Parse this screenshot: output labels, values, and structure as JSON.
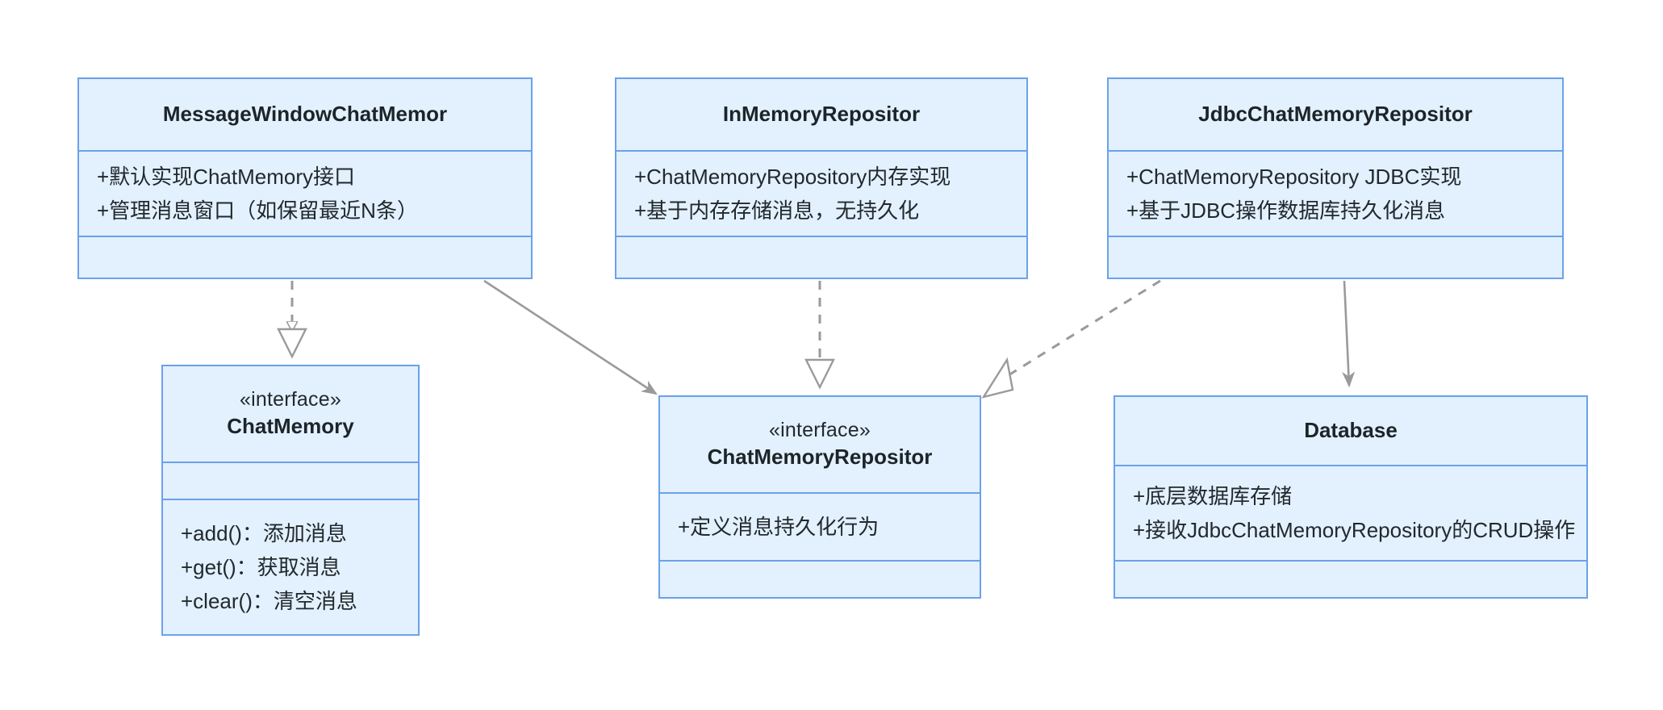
{
  "diagram": {
    "type": "uml-class-diagram",
    "title": "ChatMemory / ChatMemoryRepository UML class diagram",
    "colors": {
      "node_fill": "#e2f1fd",
      "node_border": "#6ba1ea",
      "edge_stroke": "#9a9a9a",
      "text": "#22282e",
      "background": "#ffffff"
    }
  },
  "nodes": {
    "message_window_chat_memory": {
      "name": "MessageWindowChatMemor",
      "stereotype": "",
      "members": [
        "+默认实现ChatMemory接口",
        "+管理消息窗口（如保留最近N条）"
      ],
      "methods": []
    },
    "in_memory_repository": {
      "name": "InMemoryRepositor",
      "stereotype": "",
      "members": [
        "+ChatMemoryRepository内存实现",
        "+基于内存存储消息，无持久化"
      ],
      "methods": []
    },
    "jdbc_chat_memory_repository": {
      "name": "JdbcChatMemoryRepositor",
      "stereotype": "",
      "members": [
        "+ChatMemoryRepository JDBC实现",
        "+基于JDBC操作数据库持久化消息"
      ],
      "methods": []
    },
    "chat_memory": {
      "name": "ChatMemory",
      "stereotype": "«interface»",
      "members": [],
      "methods": [
        "+add()：添加消息",
        "+get()：获取消息",
        "+clear()：清空消息"
      ]
    },
    "chat_memory_repository": {
      "name": "ChatMemoryRepositor",
      "stereotype": "«interface»",
      "members": [
        "+定义消息持久化行为"
      ],
      "methods": []
    },
    "database": {
      "name": "Database",
      "stereotype": "",
      "members": [
        "+底层数据库存储",
        "+接收JdbcChatMemoryRepository的CRUD操作"
      ],
      "methods": []
    }
  },
  "edges": [
    {
      "id": "edge-mwcm-realizes-chatmemory",
      "from": "message_window_chat_memory",
      "to": "chat_memory",
      "style": "dashed",
      "arrow": "hollow-triangle",
      "relation": "realization"
    },
    {
      "id": "edge-mwcm-uses-repository",
      "from": "message_window_chat_memory",
      "to": "chat_memory_repository",
      "style": "solid",
      "arrow": "open-arrow",
      "relation": "association"
    },
    {
      "id": "edge-inmemory-realizes-repository",
      "from": "in_memory_repository",
      "to": "chat_memory_repository",
      "style": "dashed",
      "arrow": "hollow-triangle",
      "relation": "realization"
    },
    {
      "id": "edge-jdbc-realizes-repository",
      "from": "jdbc_chat_memory_repository",
      "to": "chat_memory_repository",
      "style": "dashed",
      "arrow": "hollow-triangle",
      "relation": "realization"
    },
    {
      "id": "edge-jdbc-uses-database",
      "from": "jdbc_chat_memory_repository",
      "to": "database",
      "style": "solid",
      "arrow": "open-arrow",
      "relation": "dependency"
    }
  ]
}
